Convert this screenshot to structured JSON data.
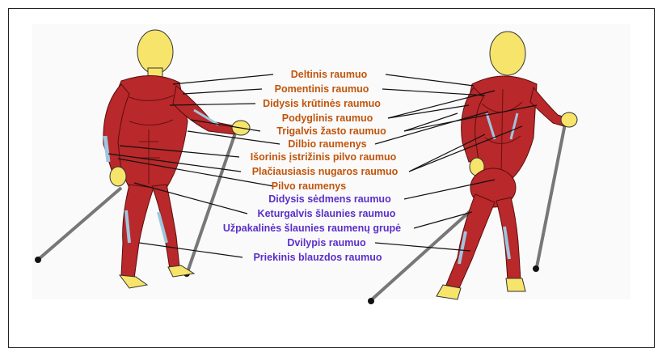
{
  "colors": {
    "label_upper": "#c0550c",
    "label_lower": "#5a2fc9",
    "skin": "#f7e46a",
    "muscle": "#b9282a",
    "tendon": "#9fc6e0",
    "pole": "#777777"
  },
  "labels": [
    {
      "text": "Deltinis raumuo",
      "group": "upper"
    },
    {
      "text": "Pomentinis raumuo",
      "group": "upper"
    },
    {
      "text": "Didysis krūtinės raumuo",
      "group": "upper"
    },
    {
      "text": "Podyglinis raumuo",
      "group": "upper"
    },
    {
      "text": "Trigalvis žasto raumuo",
      "group": "upper"
    },
    {
      "text": "Dilbio raumenys",
      "group": "upper"
    },
    {
      "text": "Išorinis įstrižinis pilvo raumuo",
      "group": "upper"
    },
    {
      "text": "Plačiausiasis nugaros raumuo",
      "group": "upper"
    },
    {
      "text": "Pilvo raumenys",
      "group": "upper"
    },
    {
      "text": "Didysis sėdmens raumuo",
      "group": "lower"
    },
    {
      "text": "Keturgalvis šlaunies raumuo",
      "group": "lower"
    },
    {
      "text": "Užpakalinės šlaunies raumenų grupė",
      "group": "lower"
    },
    {
      "text": "Dvilypis raumuo",
      "group": "lower"
    },
    {
      "text": "Priekinis blauzdos raumuo",
      "group": "lower"
    }
  ]
}
